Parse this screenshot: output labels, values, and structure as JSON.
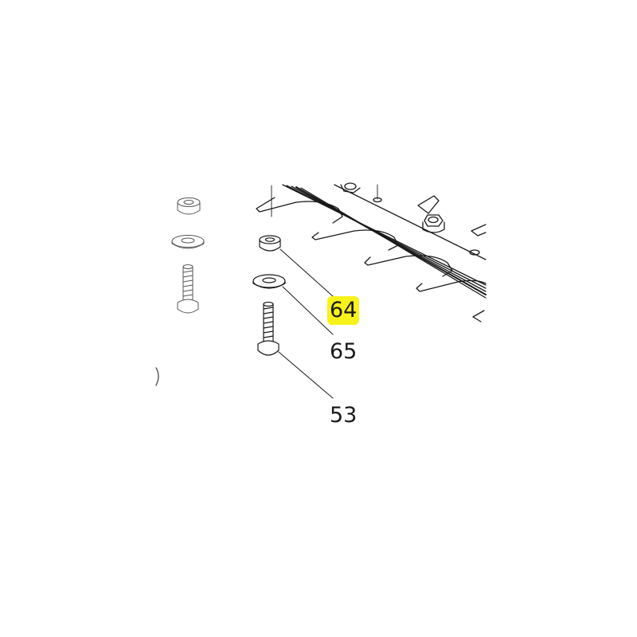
{
  "diagram": {
    "type": "exploded parts diagram",
    "subject": "hedge trimmer blade assembly fasteners",
    "callouts": [
      {
        "label": "64",
        "part": "spacer collar",
        "highlighted": true,
        "highlight_color": "#f7f21a"
      },
      {
        "label": "65",
        "part": "flat washer",
        "highlighted": false
      },
      {
        "label": "53",
        "part": "flange bolt",
        "highlighted": false
      }
    ]
  },
  "colors": {
    "line": "#1a1a1a",
    "background": "#ffffff",
    "highlight": "#f7f21a"
  }
}
